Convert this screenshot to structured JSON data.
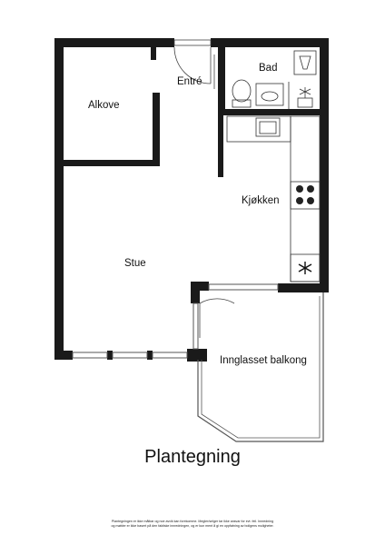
{
  "rooms": {
    "alkove": "Alkove",
    "entre": "Entré",
    "bad": "Bad",
    "kjokken": "Kjøkken",
    "stue": "Stue",
    "balkong": "Innglasset balkong"
  },
  "title": "Plantegning",
  "disclaimer": {
    "line1": "Plantegningen er ikke målbar og noe avvik kan forekomme. Megler/selger tar ikke ansvar for evt. feil. Innredning",
    "line2": "og møbler er ikke basert på den faktiske innredningen, og er kun ment å gi en oppfatning av boligens muligheter."
  },
  "colors": {
    "wall": "#1a1a1a",
    "fixture_line": "#333333",
    "background": "#ffffff"
  }
}
